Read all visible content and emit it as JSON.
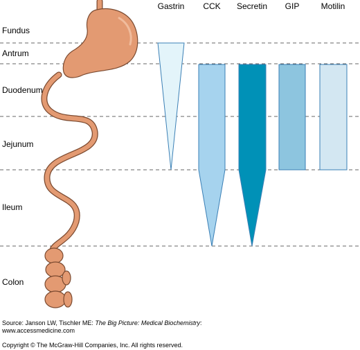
{
  "regions": [
    {
      "id": "fundus",
      "label": "Fundus"
    },
    {
      "id": "antrum",
      "label": "Antrum"
    },
    {
      "id": "duodenum",
      "label": "Duodenum"
    },
    {
      "id": "jejunum",
      "label": "Jejunum"
    },
    {
      "id": "ileum",
      "label": "Ileum"
    },
    {
      "id": "colon",
      "label": "Colon"
    }
  ],
  "hormones": [
    {
      "id": "gastrin",
      "label": "Gastrin",
      "fill": "#e3f4fa",
      "start_region": "antrum",
      "end_region": "jejunum",
      "taper": "whole"
    },
    {
      "id": "cck",
      "label": "CCK",
      "fill": "#a6d3ee",
      "start_region": "duodenum",
      "end_region": "ileum",
      "taper": "lower"
    },
    {
      "id": "secretin",
      "label": "Secretin",
      "fill": "#0091b7",
      "start_region": "duodenum",
      "end_region": "ileum",
      "taper": "lower"
    },
    {
      "id": "gip",
      "label": "GIP",
      "fill": "#8dc5df",
      "start_region": "duodenum",
      "end_region": "jejunum",
      "taper": "none"
    },
    {
      "id": "motilin",
      "label": "Motilin",
      "fill": "#d3e7f2",
      "start_region": "duodenum",
      "end_region": "jejunum",
      "taper": "none"
    }
  ],
  "colors": {
    "gut": "#e39a72",
    "gut_outline": "#7b4a30",
    "bar_outline": "#3a7fb5",
    "divider": "#666666"
  },
  "caption": {
    "source_prefix": "Source: Janson LW, Tischler ME: ",
    "source_title": "The Big Picture: Medical Biochemistry",
    "source_suffix": ":",
    "url": "www.accessmedicine.com",
    "copyright": "Copyright © The McGraw-Hill Companies, Inc. All rights reserved."
  }
}
